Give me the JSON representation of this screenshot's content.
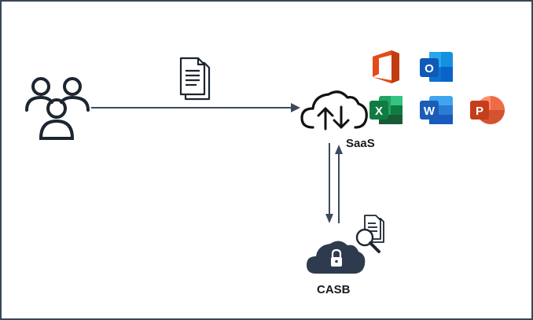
{
  "diagram": {
    "saas_label": "SaaS",
    "casb_label": "CASB"
  },
  "icons": {
    "users": "users-group-icon",
    "document": "document-icon",
    "saas_cloud": "cloud-upload-download-icon",
    "casb_cloud": "cloud-lock-icon",
    "inspect": "document-search-icon",
    "office": "office-app-icon",
    "outlook": "outlook-app-icon",
    "excel": "excel-app-icon",
    "word": "word-app-icon",
    "powerpoint": "powerpoint-app-icon"
  },
  "app_tile_letters": {
    "outlook": "O",
    "excel": "X",
    "word": "W",
    "powerpoint": "P"
  },
  "colors": {
    "line": "#3c4a5c",
    "casb_cloud": "#2e3b4e",
    "office": "#e64a19",
    "outlook": "#0a64c8",
    "excel": "#1e7145",
    "word": "#1a5cb8",
    "powerpoint": "#d04423"
  }
}
